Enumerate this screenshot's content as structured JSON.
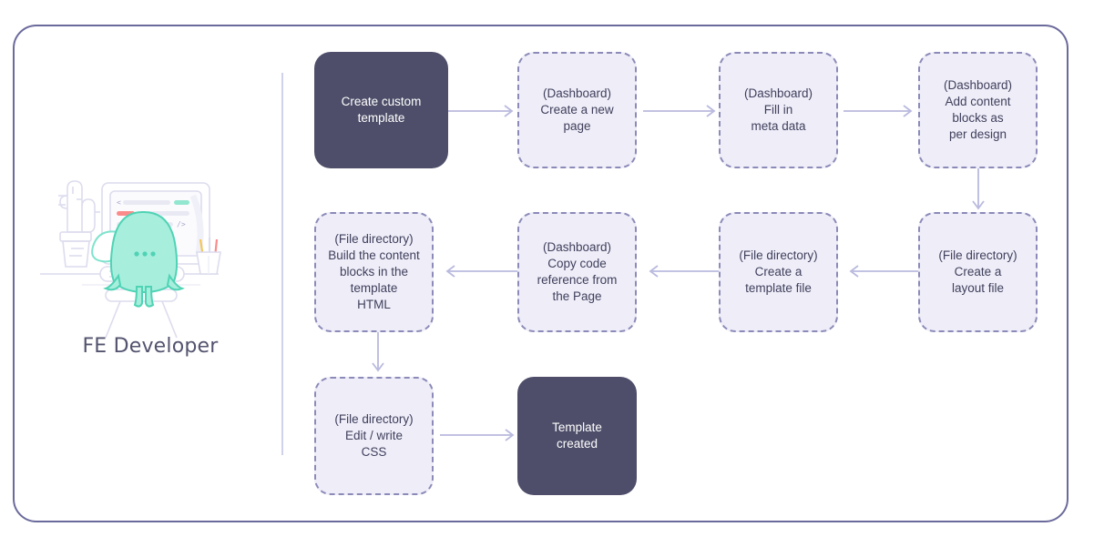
{
  "diagram": {
    "title_caption": "FE Developer",
    "colors": {
      "frame_border": "#6b6a9c",
      "divider": "#cfd2ea",
      "solid_node_bg": "#4e4e6a",
      "solid_node_text": "#ffffff",
      "dashed_node_bg": "#eeedf8",
      "dashed_node_border": "#8b8ab8",
      "dashed_node_text": "#3f3f5c",
      "arrow": "#b9bade",
      "character": "#7fe3cd",
      "accent_pink": "#fb8b8b",
      "accent_mint": "#93e6cf"
    },
    "nodes": [
      {
        "id": "create-custom-template",
        "style": "solid",
        "text": "Create custom\ntemplate"
      },
      {
        "id": "create-a-new-page",
        "style": "dashed",
        "text": "(Dashboard)\nCreate a new\npage"
      },
      {
        "id": "fill-in-meta-data",
        "style": "dashed",
        "text": "(Dashboard)\nFill in\nmeta data"
      },
      {
        "id": "add-content-blocks",
        "style": "dashed",
        "text": "(Dashboard)\nAdd content\nblocks as\nper design"
      },
      {
        "id": "create-a-layout-file",
        "style": "dashed",
        "text": "(File directory)\nCreate a\nlayout file"
      },
      {
        "id": "create-a-template-file",
        "style": "dashed",
        "text": "(File directory)\nCreate a\ntemplate file"
      },
      {
        "id": "copy-code-reference",
        "style": "dashed",
        "text": "(Dashboard)\nCopy code\nreference from\nthe Page"
      },
      {
        "id": "build-content-blocks",
        "style": "dashed",
        "text": "(File directory)\nBuild the content\nblocks in the\ntemplate\nHTML"
      },
      {
        "id": "edit-write-css",
        "style": "dashed",
        "text": "(File directory)\nEdit / write\nCSS"
      },
      {
        "id": "template-created",
        "style": "solid",
        "text": "Template\ncreated"
      }
    ],
    "connectors": [
      {
        "from": "create-custom-template",
        "to": "create-a-new-page",
        "direction": "right"
      },
      {
        "from": "create-a-new-page",
        "to": "fill-in-meta-data",
        "direction": "right"
      },
      {
        "from": "fill-in-meta-data",
        "to": "add-content-blocks",
        "direction": "right"
      },
      {
        "from": "add-content-blocks",
        "to": "create-a-layout-file",
        "direction": "down"
      },
      {
        "from": "create-a-layout-file",
        "to": "create-a-template-file",
        "direction": "left"
      },
      {
        "from": "create-a-template-file",
        "to": "copy-code-reference",
        "direction": "left"
      },
      {
        "from": "copy-code-reference",
        "to": "build-content-blocks",
        "direction": "left"
      },
      {
        "from": "build-content-blocks",
        "to": "edit-write-css",
        "direction": "down"
      },
      {
        "from": "edit-write-css",
        "to": "template-created",
        "direction": "right"
      }
    ],
    "illustration": {
      "name": "fe-developer-illustration",
      "elements": [
        "monitor",
        "code-lines",
        "character",
        "desk",
        "keyboard",
        "chair",
        "cactus",
        "pen-cup"
      ]
    }
  }
}
